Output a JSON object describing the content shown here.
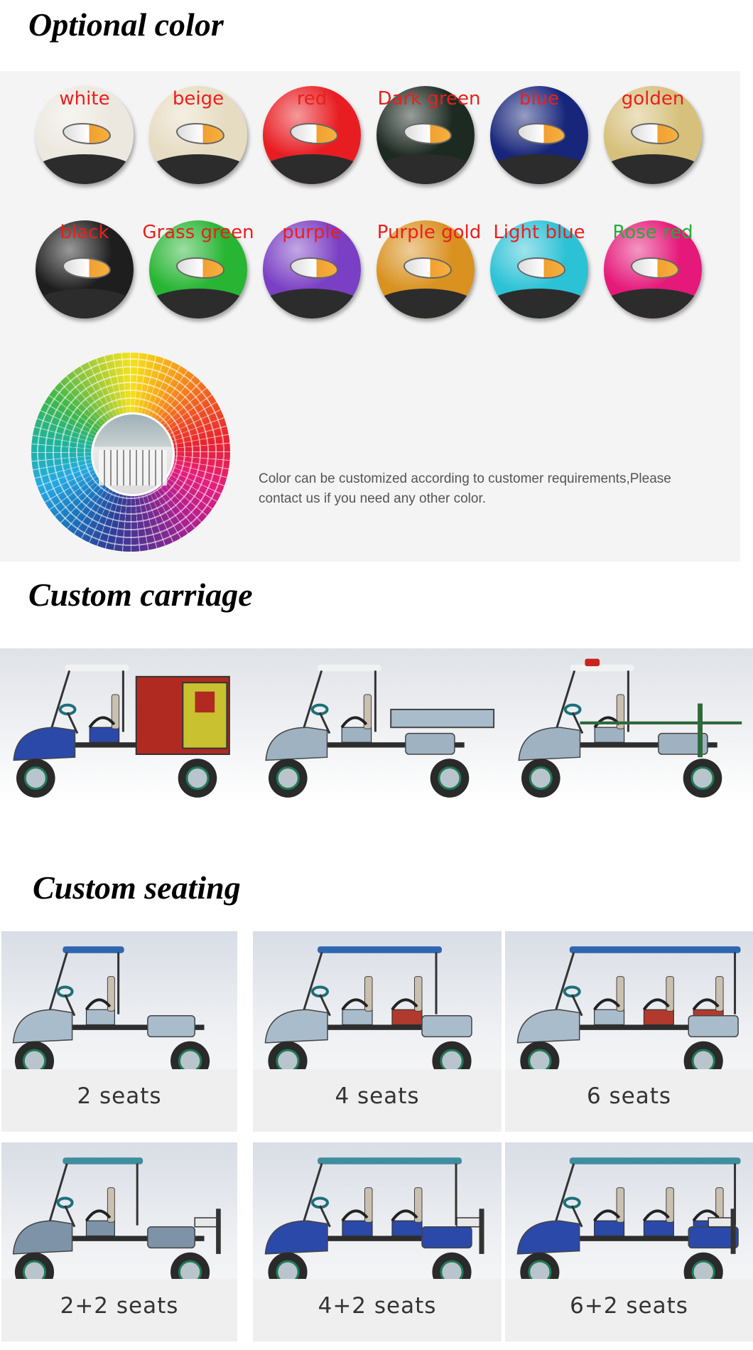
{
  "sections": {
    "optional_color": "Optional color",
    "custom_carriage": "Custom carriage",
    "custom_seating": "Custom seating"
  },
  "colors": [
    {
      "label": "white",
      "body": "#ece8df",
      "label_color": "#e8201e"
    },
    {
      "label": "beige",
      "body": "#e6dcc2",
      "label_color": "#e8201e"
    },
    {
      "label": "red",
      "body": "#e81d22",
      "label_color": "#e8201e"
    },
    {
      "label": "Dark green",
      "body": "#1d2a22",
      "label_color": "#e8201e"
    },
    {
      "label": "blue",
      "body": "#17257a",
      "label_color": "#e8201e"
    },
    {
      "label": "golden",
      "body": "#d6c07c",
      "label_color": "#e8201e"
    },
    {
      "label": "black",
      "body": "#1e1e1e",
      "label_color": "#e8201e"
    },
    {
      "label": "Grass green",
      "body": "#27b533",
      "label_color": "#e8201e"
    },
    {
      "label": "purple",
      "body": "#7a3fc4",
      "label_color": "#e8201e"
    },
    {
      "label": "Purple gold",
      "body": "#d9911f",
      "label_color": "#e8201e"
    },
    {
      "label": "Light blue",
      "body": "#2bc2d6",
      "label_color": "#e8201e"
    },
    {
      "label": "Rose red",
      "body": "#e5197a",
      "label_color": "#2aa83a"
    }
  ],
  "customize_note": "Color can be customized according to customer requirements,Please contact us if you need any other color.",
  "carriages": [
    {
      "body": "#2b49a8",
      "cargo": "box"
    },
    {
      "body": "#9fb2c2",
      "cargo": "flatbed"
    },
    {
      "body": "#9fb2c2",
      "cargo": "rack"
    }
  ],
  "seating": [
    {
      "caption": "2 seats",
      "rows": 1,
      "rear": false,
      "body": "#a9bccb",
      "seat": "#a9bccb"
    },
    {
      "caption": "4 seats",
      "rows": 2,
      "rear": false,
      "body": "#a9bccb",
      "seat": "#b23a2d"
    },
    {
      "caption": "6 seats",
      "rows": 3,
      "rear": false,
      "body": "#a9bccb",
      "seat": "#b23a2d"
    },
    {
      "caption": "2+2 seats",
      "rows": 1,
      "rear": true,
      "body": "#7e93a8",
      "seat": "#2f5f9e"
    },
    {
      "caption": "4+2 seats",
      "rows": 2,
      "rear": true,
      "body": "#2b49a8",
      "seat": "#2b49a8"
    },
    {
      "caption": "6+2 seats",
      "rows": 3,
      "rear": true,
      "body": "#2b49a8",
      "seat": "#2b49a8"
    }
  ],
  "icons": {
    "color_wheel": "color-wheel-icon",
    "cart": "golf-cart-illustration"
  }
}
